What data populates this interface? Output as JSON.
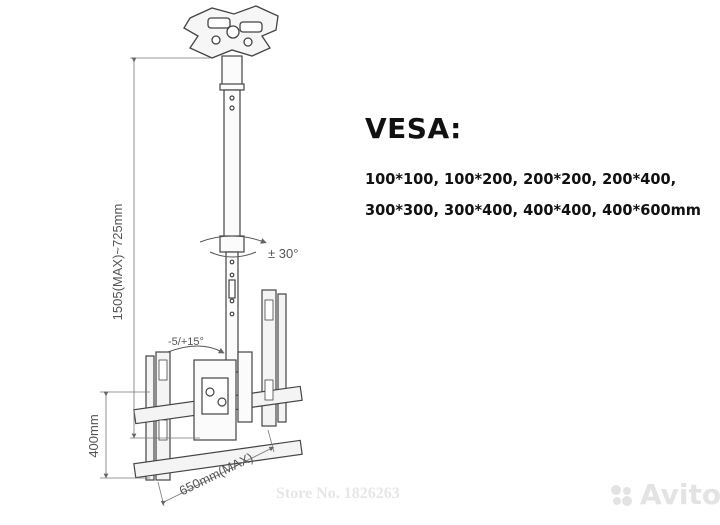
{
  "specs": {
    "title": "VESA:",
    "line1": "100*100, 100*200, 200*200, 200*400,",
    "line2": "300*300, 300*400, 400*400, 400*600mm"
  },
  "dimensions": {
    "height": "1505(MAX)~725mm",
    "rotation": "± 30°",
    "tilt": "-5/+15°",
    "panel_height": "400mm",
    "panel_width": "650mm(MAX)"
  },
  "watermark": {
    "store": "Store No. 1826263",
    "brand": "Avito"
  },
  "colors": {
    "line": "#444444",
    "dim": "#777777",
    "fill": "#f4f4f4"
  }
}
